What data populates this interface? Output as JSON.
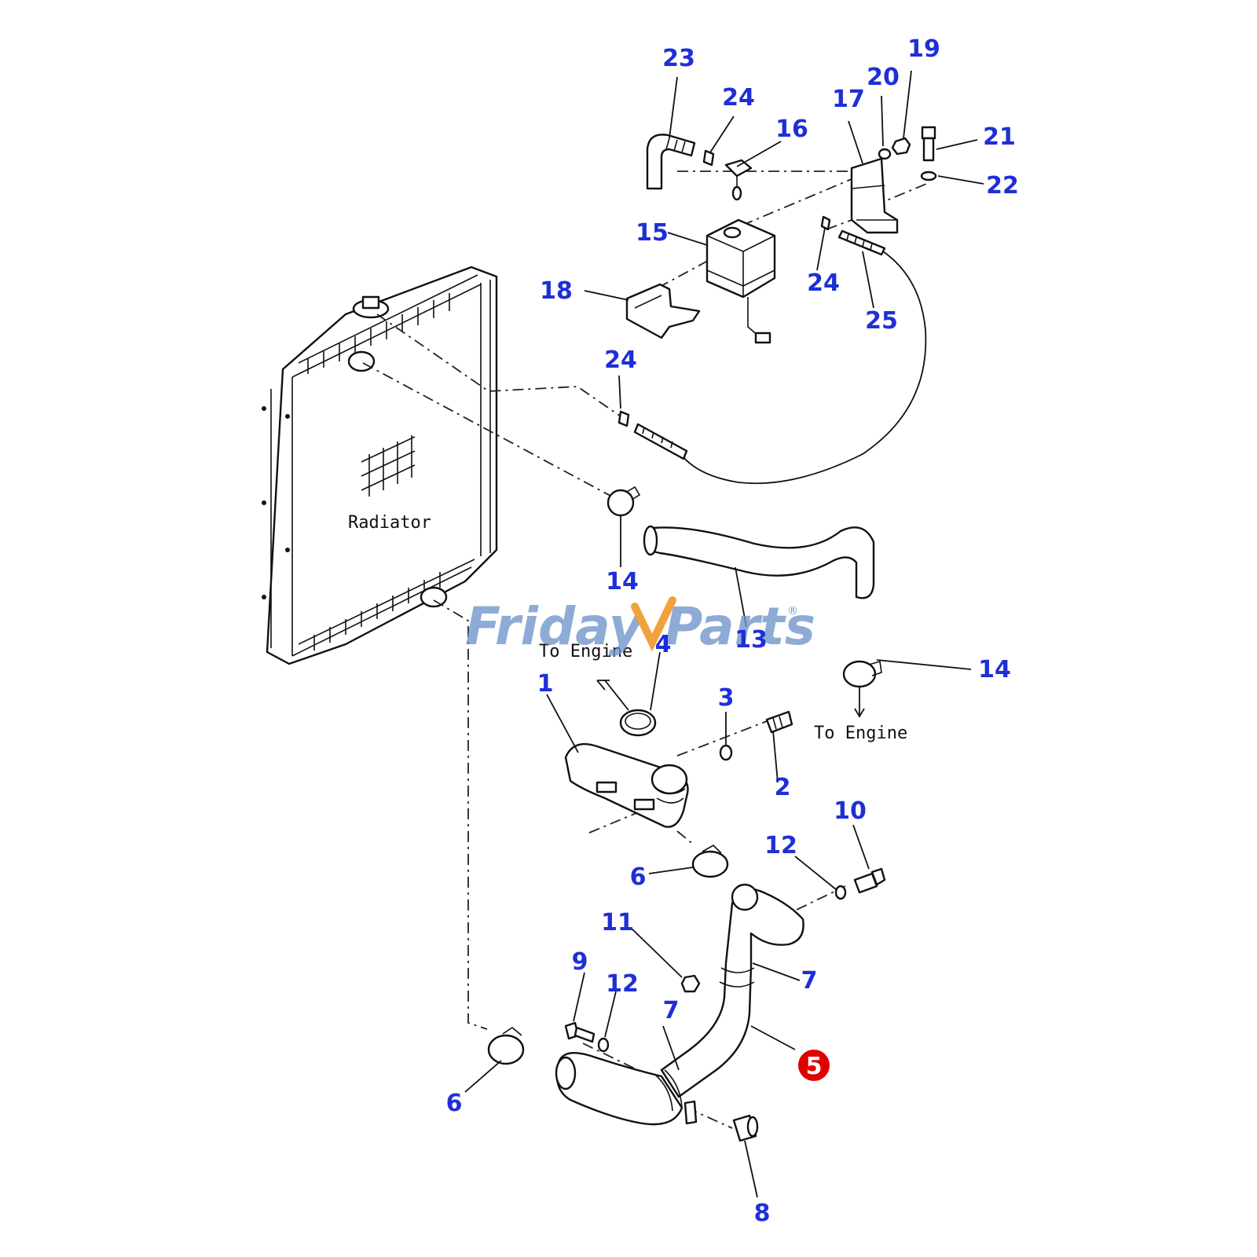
{
  "colors": {
    "callout": "#1f2fd6",
    "highlight": "#e00000",
    "watermark_blue": "#6e94c9",
    "watermark_orange": "#f2a23a",
    "line": "#111111"
  },
  "watermark": {
    "text_left": "Friday",
    "text_right": "Parts",
    "mark": "®"
  },
  "notes": {
    "radiator": "Radiator",
    "to_engine_1": "To Engine",
    "to_engine_2": "To Engine"
  },
  "callouts": {
    "c23": "23",
    "c24a": "24",
    "c16": "16",
    "c17": "17",
    "c20": "20",
    "c19": "19",
    "c21": "21",
    "c22": "22",
    "c15": "15",
    "c18": "18",
    "c24b": "24",
    "c25": "25",
    "c24c": "24",
    "c14a": "14",
    "c13": "13",
    "c14b": "14",
    "c4": "4",
    "c1": "1",
    "c3": "3",
    "c2": "2",
    "c10": "10",
    "c12a": "12",
    "c6a": "6",
    "c11": "11",
    "c7a": "7",
    "c9": "9",
    "c12b": "12",
    "c7b": "7",
    "c5": "5",
    "c6b": "6",
    "c8": "8"
  }
}
